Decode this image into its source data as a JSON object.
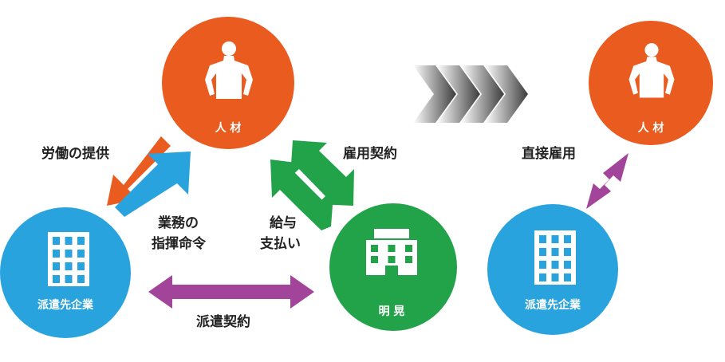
{
  "nodes": {
    "worker_left": {
      "label": "人 材"
    },
    "dispatch_company_left": {
      "label": "派遣先企業"
    },
    "akira": {
      "label": "明 晃"
    },
    "worker_right": {
      "label": "人 材"
    },
    "company_right": {
      "label": "派遣先企業"
    }
  },
  "edges": {
    "labor": {
      "label": "労働の提供"
    },
    "instruction": {
      "line1": "業務の",
      "line2": "指揮命令"
    },
    "salary": {
      "line1": "給与",
      "line2": "支払い"
    },
    "employment": {
      "label": "雇用契約"
    },
    "dispatch": {
      "label": "派遣契約"
    },
    "direct": {
      "label": "直接雇用"
    }
  },
  "colors": {
    "orange": "#E95B1E",
    "blue": "#29A3DE",
    "green": "#22A34A",
    "purple": "#A1449A",
    "text": "#222222"
  }
}
